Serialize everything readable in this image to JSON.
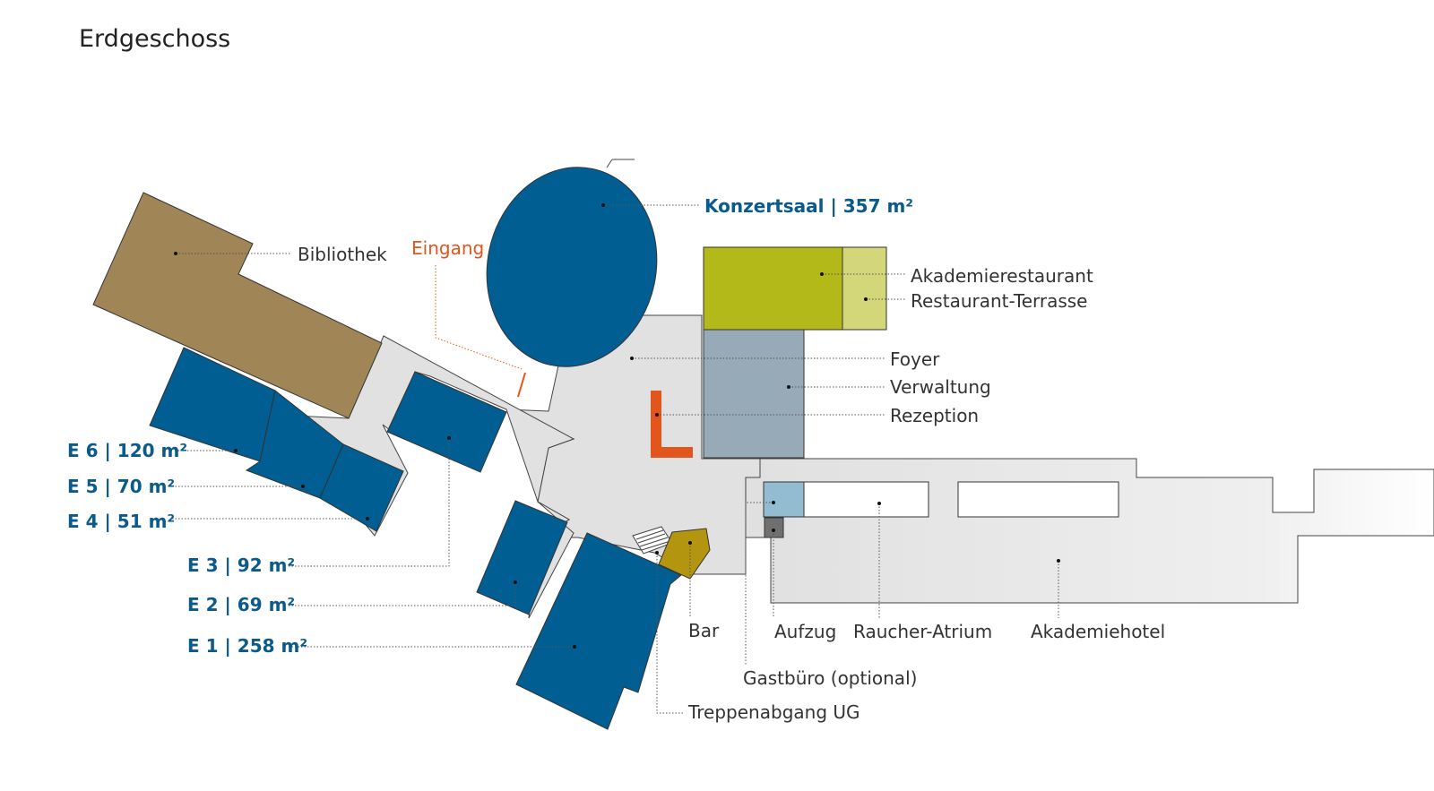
{
  "title": "Erdgeschoss",
  "colors": {
    "seminar_blue": "#005e93",
    "library_brown": "#a08557",
    "restaurant_green": "#b2b918",
    "terrace_light_green": "#d4d67a",
    "admin_grey_blue": "#97aab7",
    "floor_light_grey": "#e1e1e1",
    "bar_gold": "#b49510",
    "elevator_dark_grey": "#707070",
    "guest_office_light_blue": "#93bcd0",
    "reception_orange": "#e2561d",
    "accent_text_blue": "#0b5a8c"
  },
  "labels": {
    "bibliothek": "Bibliothek",
    "eingang": "Eingang",
    "konzertsaal": "Konzertsaal | 357 m²",
    "akademierestaurant": "Akademierestaurant",
    "restaurant_terrasse": "Restaurant-Terrasse",
    "foyer": "Foyer",
    "verwaltung": "Verwaltung",
    "rezeption": "Rezeption",
    "e6": "E 6 | 120 m²",
    "e5": "E 5 | 70 m²",
    "e4": "E 4 | 51 m²",
    "e3": "E 3 | 92 m²",
    "e2": "E 2 | 69 m²",
    "e1": "E 1 | 258 m²",
    "bar": "Bar",
    "aufzug": "Aufzug",
    "raucher_atrium": "Raucher-Atrium",
    "akademiehotel": "Akademiehotel",
    "gastbuero": "Gastbüro (optional)",
    "treppenabgang": "Treppenabgang UG"
  }
}
